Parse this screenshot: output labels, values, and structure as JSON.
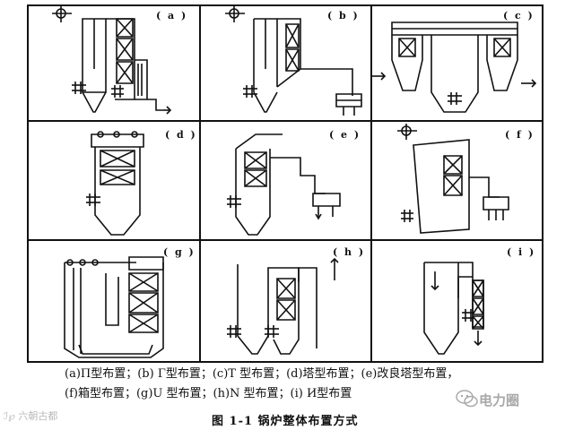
{
  "figure": {
    "panels": [
      {
        "id": "a",
        "label": "( a )"
      },
      {
        "id": "b",
        "label": "( b )"
      },
      {
        "id": "c",
        "label": "( c )"
      },
      {
        "id": "d",
        "label": "( d )"
      },
      {
        "id": "e",
        "label": "( e )"
      },
      {
        "id": "f",
        "label": "( f )"
      },
      {
        "id": "g",
        "label": "( g )"
      },
      {
        "id": "h",
        "label": "( h )"
      },
      {
        "id": "i",
        "label": "( i )"
      }
    ],
    "caption_line1": "(a)Π型布置；(b) Γ型布置；(c)T 型布置；(d)塔型布置；(e)改良塔型布置，",
    "caption_line2": "(f)箱型布置；(g)U 型布置；(h)N 型布置；(i) И型布置",
    "title": "图  1-1    锅炉整体布置方式"
  },
  "watermarks": {
    "left": "ℐ℘ 六朝古都",
    "right": "电力圈"
  }
}
